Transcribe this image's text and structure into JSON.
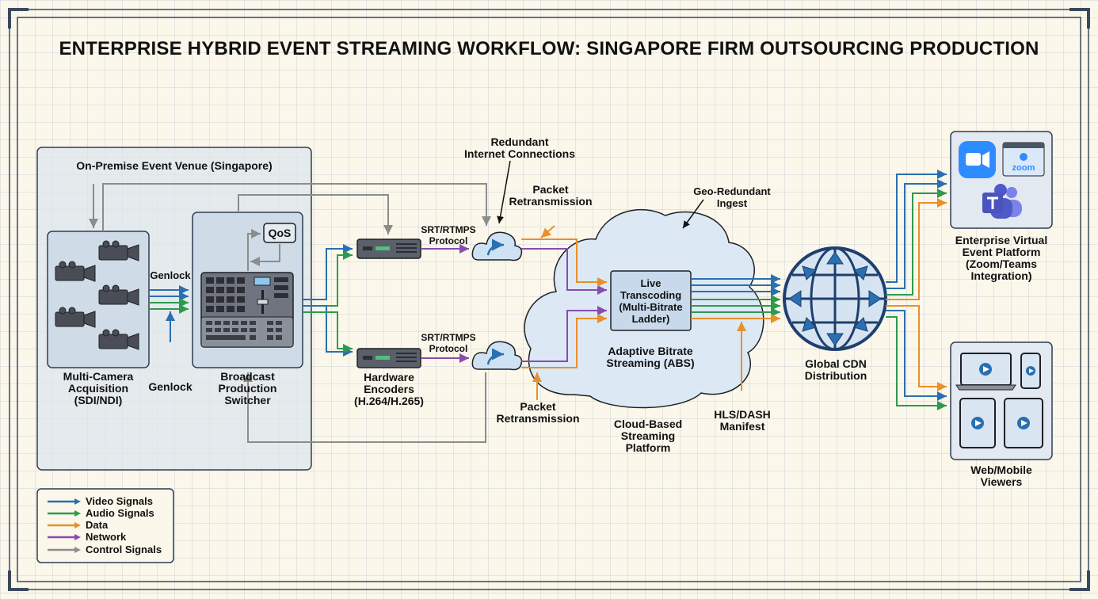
{
  "title": "ENTERPRISE HYBRID EVENT STREAMING WORKFLOW: SINGAPORE FIRM OUTSOURCING PRODUCTION",
  "venue": {
    "label": "On-Premise Event Venue (Singapore)",
    "cameras": [
      "Multi-Camera",
      "Acquisition",
      "(SDI/NDI)"
    ],
    "genlock_top": "Genlock",
    "genlock_bottom": "Genlock",
    "switcher": [
      "Broadcast",
      "Production",
      "Switcher"
    ],
    "qos": "QoS"
  },
  "encoders": {
    "label": [
      "Hardware",
      "Encoders",
      "(H.264/H.265)"
    ],
    "protocol_top": [
      "SRT/RTMPS",
      "Protocol"
    ],
    "protocol_bottom": [
      "SRT/RTMPS",
      "Protocol"
    ]
  },
  "network": {
    "redundant": [
      "Redundant",
      "Internet Connections"
    ],
    "retrans_top": [
      "Packet",
      "Retransmission"
    ],
    "retrans_bottom": [
      "Packet",
      "Retransmission"
    ]
  },
  "cloud": {
    "geo": [
      "Geo-Redundant",
      "Ingest"
    ],
    "transcoding": [
      "Live",
      "Transcoding",
      "(Multi-Bitrate",
      "Ladder)"
    ],
    "abs": [
      "Adaptive Bitrate",
      "Streaming (ABS)"
    ],
    "platform": [
      "Cloud-Based",
      "Streaming",
      "Platform"
    ],
    "manifest": [
      "HLS/DASH",
      "Manifest"
    ]
  },
  "cdn": {
    "label": [
      "Global CDN",
      "Distribution"
    ]
  },
  "enterprise": {
    "label": [
      "Enterprise Virtual",
      "Event Platform",
      "(Zoom/Teams",
      "Integration)"
    ],
    "zoom_text": "zoom"
  },
  "viewers": {
    "label": [
      "Web/Mobile",
      "Viewers"
    ]
  },
  "legend": [
    {
      "label": "Video Signals",
      "color": "#2a6fb0"
    },
    {
      "label": "Audio Signals",
      "color": "#2e9a4e"
    },
    {
      "label": "Data",
      "color": "#e8902a"
    },
    {
      "label": "Network",
      "color": "#8a4bb0"
    },
    {
      "label": "Control Signals",
      "color": "#8c8c8c"
    }
  ]
}
